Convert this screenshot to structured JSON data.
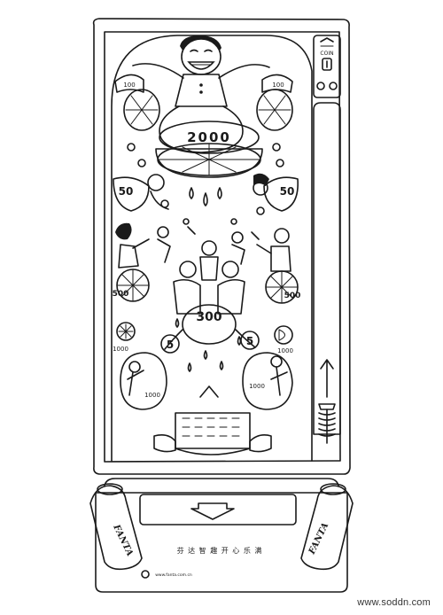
{
  "machine": {
    "coin_label": "COIN",
    "bumper_top": "2000",
    "bumper_center": "300",
    "side_left_50": "50",
    "side_right_50": "50",
    "left_wheel_100": "100",
    "right_wheel_100": "100",
    "left_wheel_500": "500",
    "right_wheel_500": "500",
    "mid_left_5": "5",
    "mid_right_5": "5",
    "left_target_score": "1000",
    "right_target_score": "1000",
    "left_wheel_score": "1000",
    "right_wheel_score": "1000",
    "left_can_brand": "FANTA",
    "right_can_brand": "FANTA",
    "tray_caption": "芬 达 智 趣   开 心 乐 满",
    "tray_small_text": "www.fanta.com.cn"
  },
  "watermark": "www.soddn.com"
}
